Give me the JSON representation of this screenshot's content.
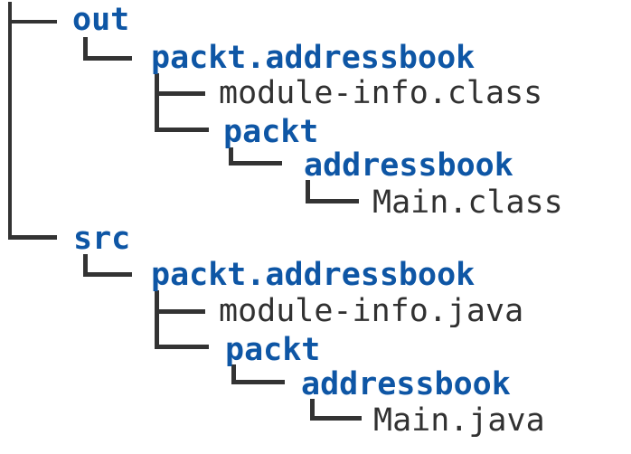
{
  "diagram": {
    "type": "file-tree",
    "colors": {
      "directory": "#0e56a5",
      "file": "#313131",
      "line": "#333333",
      "background": "#ffffff"
    },
    "nodes": [
      {
        "label": "out",
        "type": "directory",
        "level": 0,
        "parent": null
      },
      {
        "label": "packt.addressbook",
        "type": "directory",
        "level": 1,
        "parent": "out"
      },
      {
        "label": "module-info.class",
        "type": "file",
        "level": 2,
        "parent": "out/packt.addressbook"
      },
      {
        "label": "packt",
        "type": "directory",
        "level": 2,
        "parent": "out/packt.addressbook"
      },
      {
        "label": "addressbook",
        "type": "directory",
        "level": 3,
        "parent": "out/packt.addressbook/packt"
      },
      {
        "label": "Main.class",
        "type": "file",
        "level": 4,
        "parent": "out/packt.addressbook/packt/addressbook"
      },
      {
        "label": "src",
        "type": "directory",
        "level": 0,
        "parent": null
      },
      {
        "label": "packt.addressbook",
        "type": "directory",
        "level": 1,
        "parent": "src"
      },
      {
        "label": "module-info.java",
        "type": "file",
        "level": 2,
        "parent": "src/packt.addressbook"
      },
      {
        "label": "packt",
        "type": "directory",
        "level": 2,
        "parent": "src/packt.addressbook"
      },
      {
        "label": "addressbook",
        "type": "directory",
        "level": 3,
        "parent": "src/packt.addressbook/packt"
      },
      {
        "label": "Main.java",
        "type": "file",
        "level": 4,
        "parent": "src/packt.addressbook/packt/addressbook"
      }
    ]
  }
}
